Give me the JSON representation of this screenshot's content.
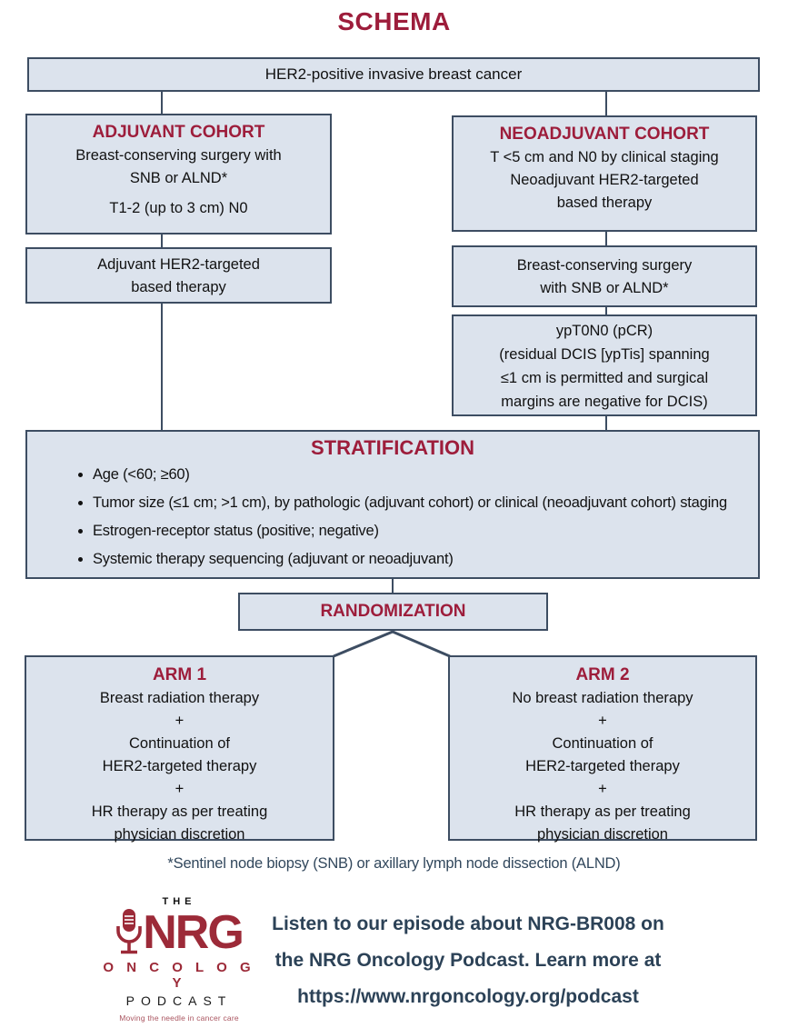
{
  "page_title": "SCHEMA",
  "colors": {
    "maroon": "#9d1d3b",
    "box_fill": "#dce3ed",
    "box_border": "#3d4d62",
    "slate_text": "#2c4257",
    "logo_red": "#9c2a38"
  },
  "top_box": {
    "text": "HER2-positive invasive breast cancer"
  },
  "adjuvant_cohort": {
    "title": "ADJUVANT COHORT",
    "line1": "Breast-conserving surgery with",
    "line2": "SNB or ALND*",
    "line3": "T1-2 (up to 3 cm) N0"
  },
  "neoadjuvant_cohort": {
    "title": "NEOADJUVANT COHORT",
    "line1": "T <5 cm and N0 by clinical staging",
    "line2": "Neoadjuvant HER2-targeted",
    "line3": "based therapy"
  },
  "adjuvant_therapy_box": {
    "line1": "Adjuvant HER2-targeted",
    "line2": "based therapy"
  },
  "bcs_box": {
    "line1": "Breast-conserving surgery",
    "line2": "with SNB or ALND*"
  },
  "pcr_box": {
    "line1": "ypT0N0 (pCR)",
    "line2": "(residual DCIS [ypTis] spanning",
    "line3": "≤1 cm is permitted and surgical",
    "line4": "margins are negative for DCIS)"
  },
  "stratification": {
    "title": "STRATIFICATION",
    "bullets": [
      "Age (<60; ≥60)",
      "Tumor size (≤1 cm; >1 cm), by pathologic (adjuvant cohort) or clinical (neoadjuvant cohort) staging",
      "Estrogen-receptor status (positive; negative)",
      "Systemic therapy sequencing (adjuvant or neoadjuvant)"
    ]
  },
  "randomization": {
    "title": "RANDOMIZATION"
  },
  "arm1": {
    "title": "ARM 1",
    "lines": [
      "Breast radiation therapy",
      "+",
      "Continuation of",
      "HER2-targeted therapy",
      "+",
      "HR therapy as per treating",
      "physician discretion"
    ]
  },
  "arm2": {
    "title": "ARM 2",
    "lines": [
      "No breast radiation therapy",
      "+",
      "Continuation of",
      "HER2-targeted therapy",
      "+",
      "HR therapy as per treating",
      "physician discretion"
    ]
  },
  "footnote": "*Sentinel node biopsy (SNB) or axillary lymph node dissection (ALND)",
  "podcast_logo": {
    "the": "THE",
    "nrg": "NRG",
    "oncology": "O N C O L O G Y",
    "podcast": "PODCAST",
    "tagline": "Moving the needle in cancer care"
  },
  "footer": {
    "line1": "Listen to our episode about NRG-BR008 on",
    "line2": "the NRG Oncology Podcast. Learn more at",
    "line3": "https://www.nrgoncology.org/podcast"
  }
}
